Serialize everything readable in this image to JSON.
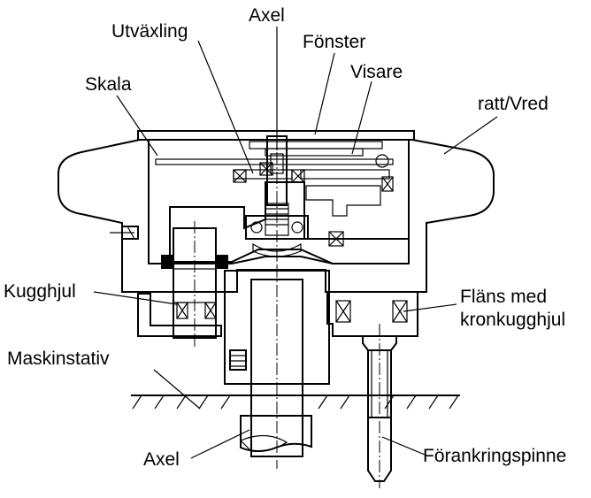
{
  "labels": {
    "axel_top": "Axel",
    "utvaxling": "Utväxling",
    "fonster": "Fönster",
    "visare": "Visare",
    "skala": "Skala",
    "ratt_vred": "ratt/Vred",
    "kugghjul": "Kugghjul",
    "flans_line1": "Fläns med",
    "flans_line2": "kronkugghjul",
    "maskinstativ": "Maskinstativ",
    "axel_bottom": "Axel",
    "forankringspinne": "Förankringspinne"
  },
  "colors": {
    "line": "#000000",
    "background": "#ffffff"
  }
}
